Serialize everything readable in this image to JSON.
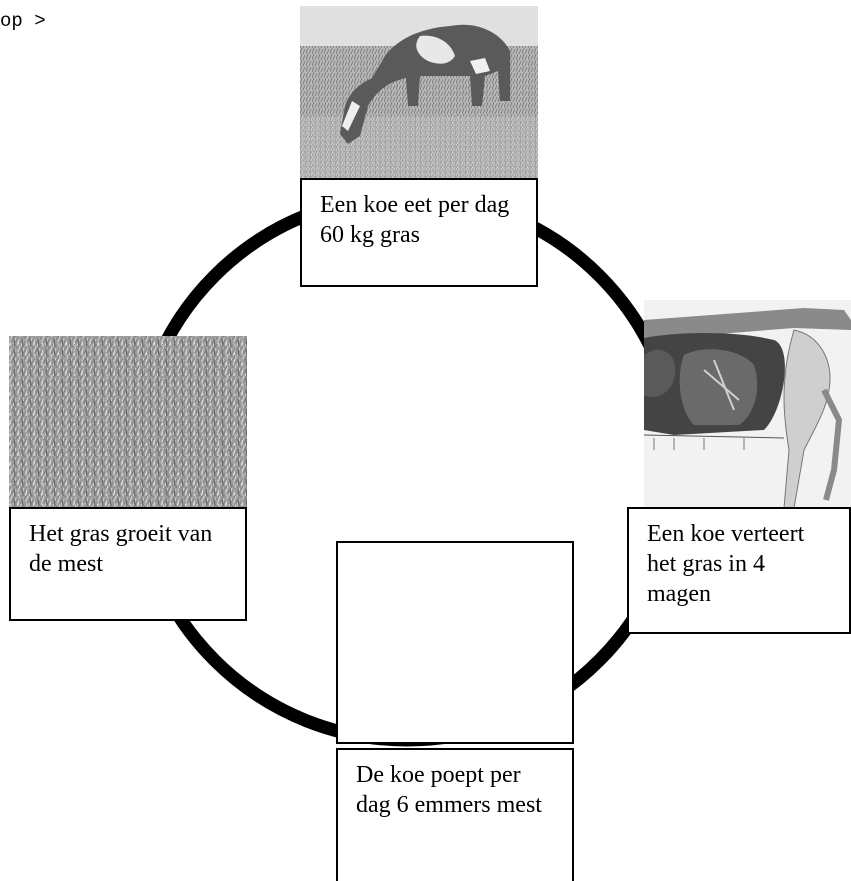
{
  "header": {
    "code_fragment": "op >"
  },
  "stages": {
    "top": {
      "label": "Een koe eet per dag 60 kg gras",
      "image": "grazing-cow-photo"
    },
    "right": {
      "label": "Een koe verteert het gras in 4 magen",
      "image": "cow-stomach-anatomy-drawing"
    },
    "bottom": {
      "label": "De koe poept per dag 6 emmers mest",
      "image": "empty-image-box"
    },
    "left": {
      "label": "Het gras groeit van de mest",
      "image": "grass-photo"
    }
  },
  "colors": {
    "cycle_line": "#000000",
    "box_border": "#000000",
    "background": "#ffffff"
  }
}
